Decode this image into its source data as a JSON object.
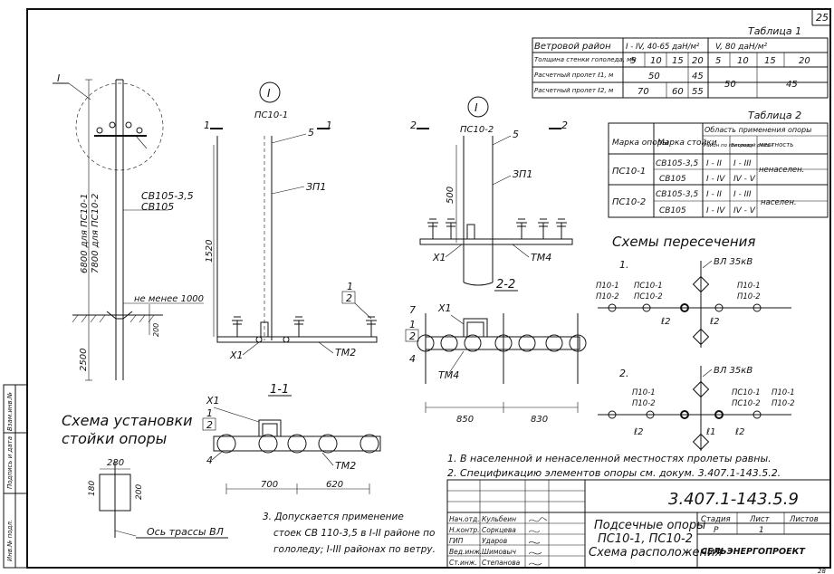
{
  "sheet": {
    "page_number": "25",
    "corner_number": "28",
    "doc_code": "3.407.1-143.5.9"
  },
  "views": {
    "circle_I_label": "I",
    "pole_label_PC1": "ПС10-1",
    "pole_label_PC2": "ПС10-2",
    "section_1": "1",
    "section_2": "2",
    "section_11": "1-1",
    "section_22": "2-2",
    "stand_1": "СВ105-3,5",
    "stand_2": "СВ105",
    "height_1": "6800 для ПС10-1",
    "height_2": "7800 для ПС10-2",
    "ground_note": "не менее 1000",
    "dim_2500": "2500",
    "dim_200": "200",
    "dim_1520": "1520",
    "dim_500": "500",
    "dim_700": "700",
    "dim_620": "620",
    "dim_850": "850",
    "dim_830": "830",
    "dim_280": "280",
    "dim_180": "180",
    "dim_200b": "200",
    "tag_ZP1": "ЗП1",
    "tag_TM2": "ТМ2",
    "tag_TM4": "ТМ4",
    "tag_X1": "Х1",
    "n1": "1",
    "n2": "2",
    "n4": "4",
    "n5": "5",
    "n7": "7"
  },
  "install": {
    "title_1": "Схема установки",
    "title_2": "стойки опоры",
    "axis": "Ось трассы ВЛ"
  },
  "table1": {
    "title": "Таблица 1",
    "row_labels": [
      "Ветровой район",
      "Толщина стенки гололеда, мм",
      "Расчетный пролет ℓ1, м",
      "Расчетный пролет ℓ2, м"
    ],
    "wind_a": "I - IV, 40-65 даН/м²",
    "wind_b": "V, 80 даН/м²",
    "ice": [
      "5",
      "10",
      "15",
      "20",
      "5",
      "10",
      "15",
      "20"
    ],
    "l1": [
      "50",
      "45",
      "50",
      "45"
    ],
    "l2": [
      "70",
      "60",
      "55"
    ]
  },
  "table2": {
    "title": "Таблица 2",
    "h1": "Марка опоры",
    "h2": "Марка стойки",
    "h3": "Область применения опоры",
    "h3a": "Район по гололеду",
    "h3b": "Ветровой район",
    "h3c": "местность",
    "rows": [
      {
        "opora": "ПС10-1",
        "stoika": "СВ105-3,5",
        "ice": "I - II",
        "wind": "I - III",
        "place": "ненаселен."
      },
      {
        "opora": "",
        "stoika": "СВ105",
        "ice": "I - IV",
        "wind": "IV - V",
        "place": ""
      },
      {
        "opora": "ПС10-2",
        "stoika": "СВ105-3,5",
        "ice": "I - II",
        "wind": "I - III",
        "place": "населен."
      },
      {
        "opora": "",
        "stoika": "СВ105",
        "ice": "I - IV",
        "wind": "IV - V",
        "place": ""
      }
    ]
  },
  "crossing": {
    "title": "Схемы пересечения",
    "s1": "1.",
    "s2": "2.",
    "vl": "ВЛ 35кВ",
    "p1": "П10-1",
    "p2": "П10-2",
    "pc1": "ПС10-1",
    "pc2": "ПС10-2",
    "l1": "ℓ1",
    "l2": "ℓ2"
  },
  "notes": {
    "n1": "1. В населенной и ненаселенной местностях пролеты равны.",
    "n2": "2. Спецификацию элементов опоры см. докум.  3.407.1-143.5.2.",
    "n3_1": "3. Допускается применение",
    "n3_2": "стоек СВ 110-3,5 в I-II районе по",
    "n3_3": "гололеду; I-III районах по ветру."
  },
  "stamp": {
    "rows": [
      {
        "role": "Нач.отд.",
        "name": "Кульбеин"
      },
      {
        "role": "Н.контр.",
        "name": "Соркцева"
      },
      {
        "role": "ГИП",
        "name": "Ударов"
      },
      {
        "role": "Вед.инж.",
        "name": "Шимовыч"
      },
      {
        "role": "Ст.инж.",
        "name": "Степанова"
      }
    ],
    "title_1": "Подсечные опоры",
    "title_2": "ПС10-1, ПС10-2",
    "title_3": "Схема расположения",
    "h_stage": "Стадия",
    "h_sheet": "Лист",
    "h_sheets": "Листов",
    "stage": "Р",
    "sheet": "1",
    "org": "СЕЛЬЭНЕРГОПРОЕКТ"
  },
  "side": {
    "inv": "Инв.№ подл.",
    "sign": "Подпись и дата",
    "vzam": "Взам.инв.№"
  }
}
